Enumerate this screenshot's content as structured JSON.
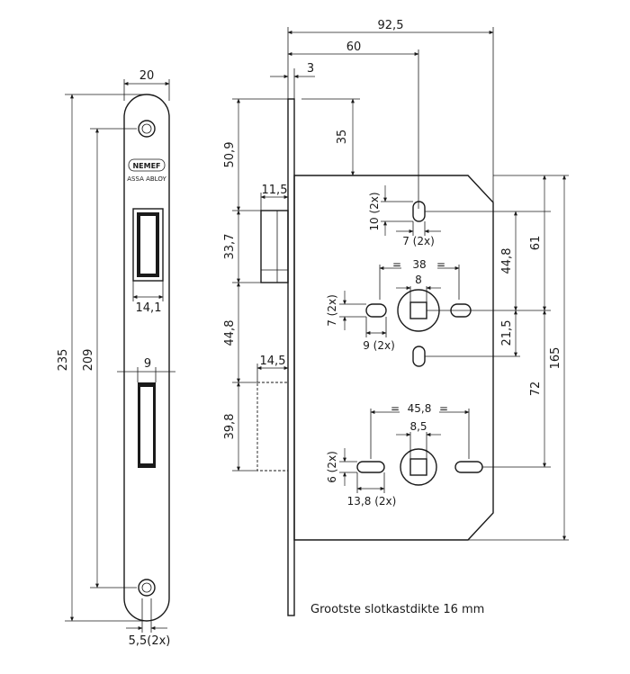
{
  "brand": {
    "logo_text": "NEMEF",
    "sub_text": "ASSA ABLOY"
  },
  "faceplate": {
    "width": "20",
    "height_total": "235",
    "hole_distance": "209",
    "bolt_width": "14,1",
    "latch_width": "9",
    "hole_size": "5,5(2x)"
  },
  "side_profile": {
    "total_width": "92,5",
    "backset": "60",
    "plate_thickness": "3",
    "top_offset": "35",
    "upper_height": "50,9",
    "deadbolt_depth": "11,5",
    "deadbolt_height": "33,7",
    "mid_gap": "44,8",
    "latch_depth": "14,5",
    "latch_height": "39,8"
  },
  "lock_case": {
    "upper_slot": "10 (2x)",
    "upper_slot_width": "7 (2x)",
    "spindle_spacing": "38",
    "spindle_size": "8",
    "side_hole_height": "7 (2x)",
    "side_hole_width": "9 (2x)",
    "dim_44_8": "44,8",
    "dim_61": "61",
    "dim_21_5": "21,5",
    "dim_165": "165",
    "dim_72": "72",
    "lower_spacing": "45,8",
    "lower_spindle": "8,5",
    "lower_slot_height": "6 (2x)",
    "lower_slot_width": "13,8 (2x)"
  },
  "note": "Grootste slotkastdikte 16 mm"
}
